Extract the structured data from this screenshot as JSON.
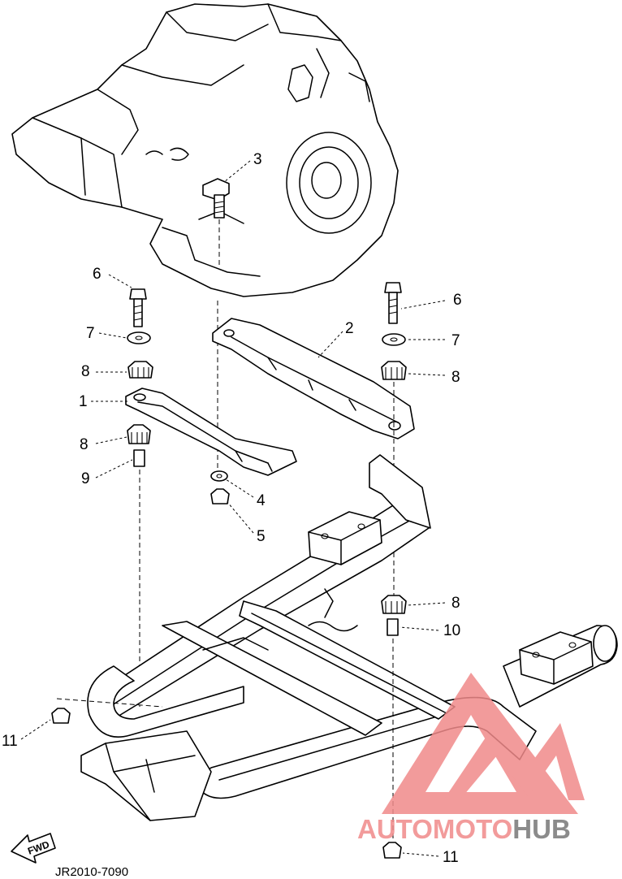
{
  "callouts": [
    {
      "number": "1"
    },
    {
      "number": "2"
    },
    {
      "number": "3"
    },
    {
      "number": "4"
    },
    {
      "number": "5"
    },
    {
      "number": "6"
    },
    {
      "number": "6"
    },
    {
      "number": "7"
    },
    {
      "number": "7"
    },
    {
      "number": "8"
    },
    {
      "number": "8"
    },
    {
      "number": "8"
    },
    {
      "number": "8"
    },
    {
      "number": "9"
    },
    {
      "number": "10"
    },
    {
      "number": "11"
    },
    {
      "number": "11"
    }
  ],
  "fwd_label": "FWD",
  "drawing_code": "JR2010-7090",
  "watermark": {
    "part1": "AUTO",
    "part2": "MOTO",
    "part3": "HUB",
    "color_main": "#f08a8a",
    "color_hub": "#777777"
  }
}
